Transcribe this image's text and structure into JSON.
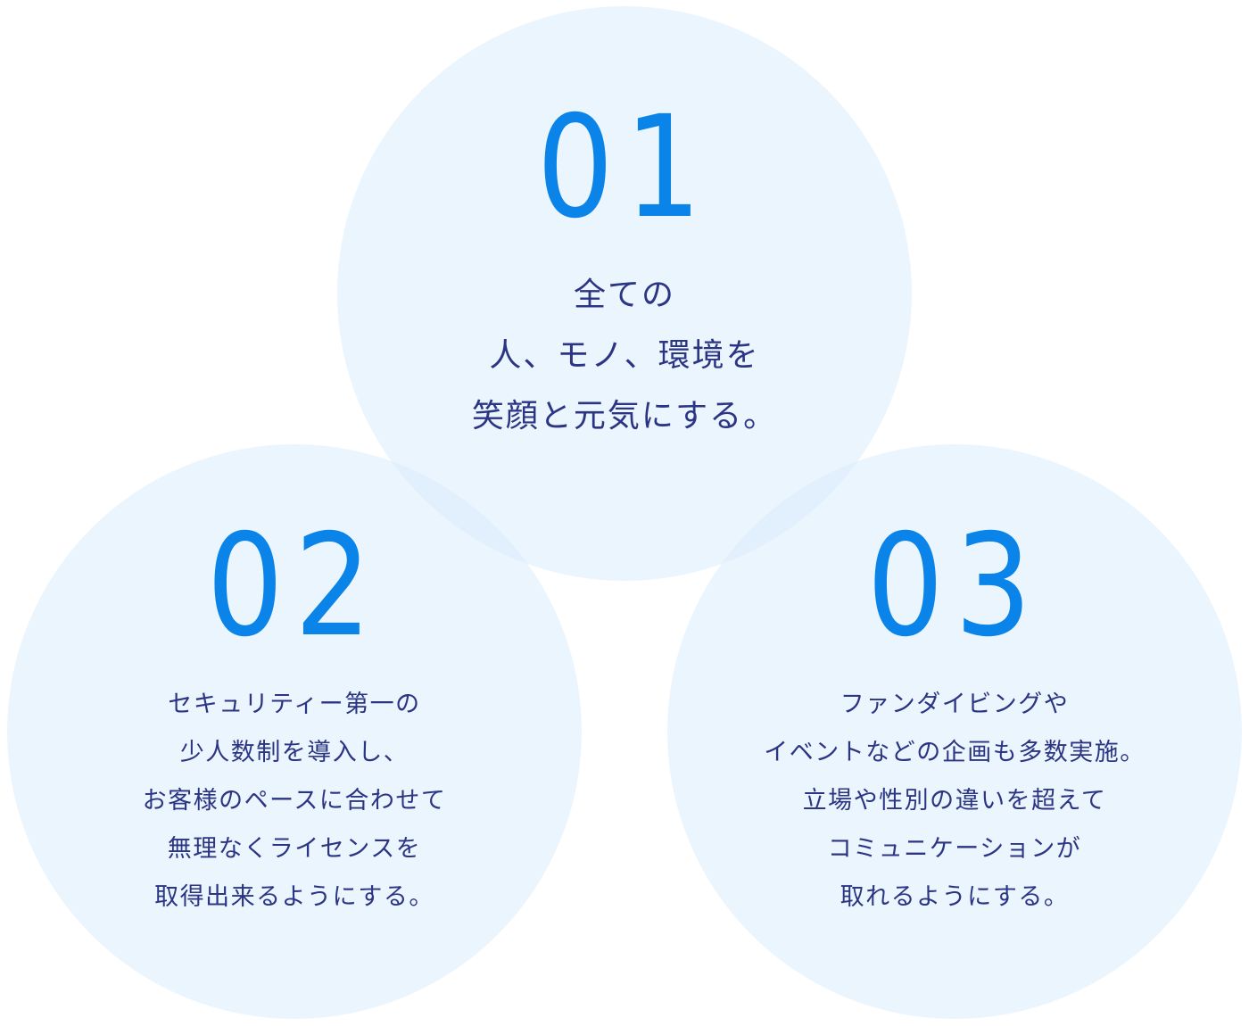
{
  "colors": {
    "circle_fill": "#eaf5fe",
    "number": "#0a84e8",
    "text": "#2b3584",
    "background": "#ffffff"
  },
  "circles": [
    {
      "number": "01",
      "lines": [
        "全ての",
        "人、モノ、環境を",
        "笑顔と元気にする。"
      ]
    },
    {
      "number": "02",
      "lines": [
        "セキュリティー第一の",
        "少人数制を導入し、",
        "お客様のペースに合わせて",
        "無理なくライセンスを",
        "取得出来るようにする。"
      ]
    },
    {
      "number": "03",
      "lines": [
        "ファンダイビングや",
        "イベントなどの企画も多数実施。",
        "立場や性別の違いを超えて",
        "コミュニケーションが",
        "取れるようにする。"
      ]
    }
  ]
}
